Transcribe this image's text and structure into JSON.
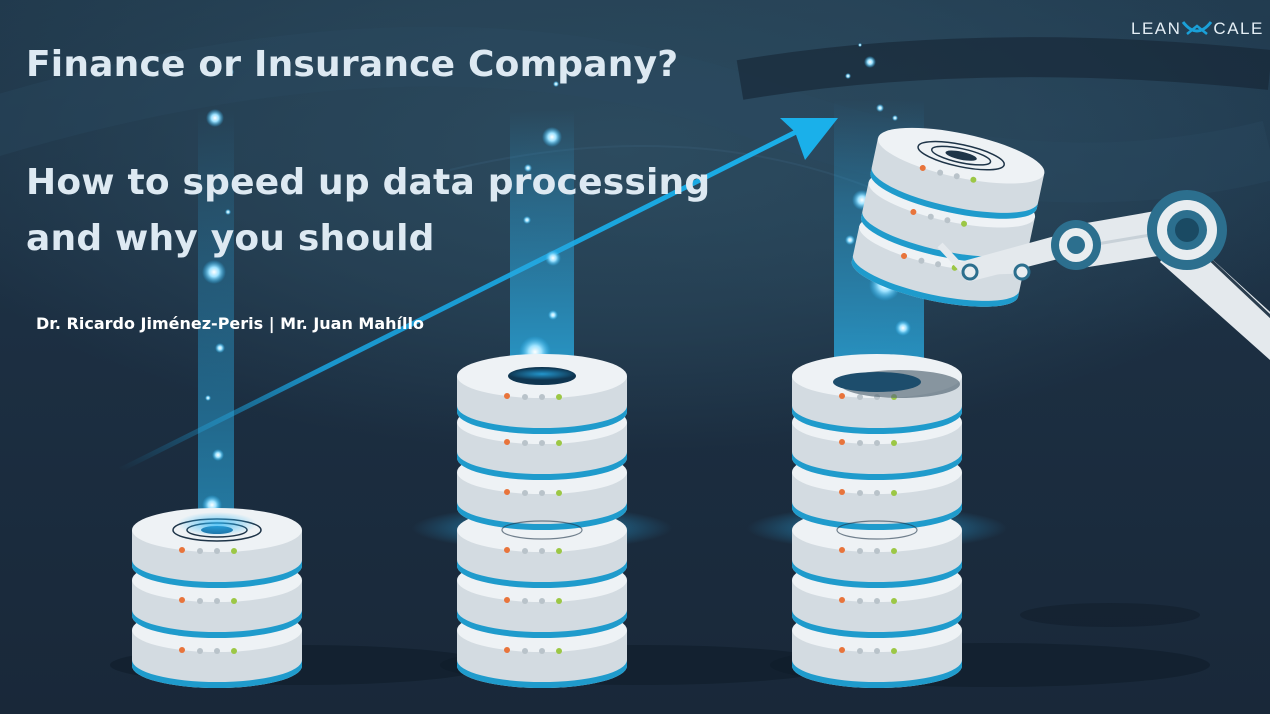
{
  "slide": {
    "title": "Finance or Insurance Company?",
    "subtitle_line1": "How to speed up data processing",
    "subtitle_line2": "and why you should",
    "authors": "Dr. Ricardo Jiménez-Peris | Mr. Juan Mahíllo"
  },
  "logo": {
    "left": "LEAN",
    "right": "CALE"
  },
  "colors": {
    "background": "#1c2f42",
    "accent": "#1aa0d8",
    "title_text": "#dde9f2",
    "server_body": "#e6ebef",
    "led_orange": "#e8743b",
    "led_green": "#9cc745"
  },
  "icons": [
    "database-server-icon",
    "robot-arm-icon",
    "growth-arrow-icon",
    "leanxcale-logo-icon"
  ]
}
